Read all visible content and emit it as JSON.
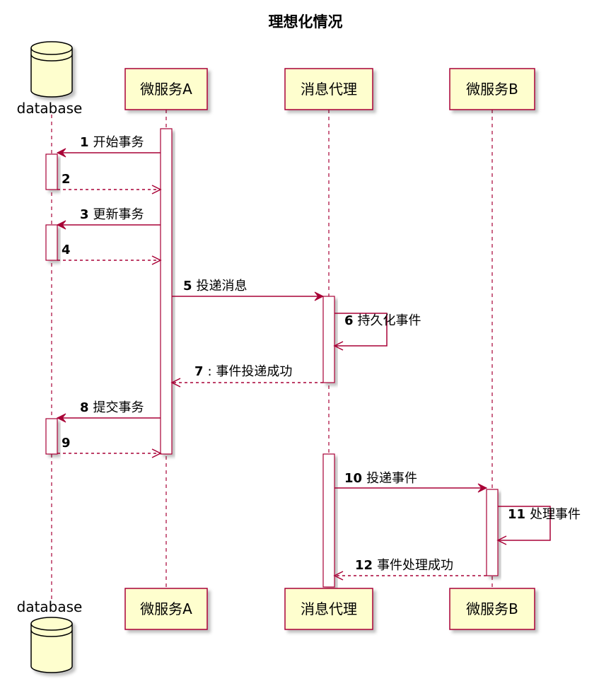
{
  "title": "理想化情况",
  "colors": {
    "participant_fill": "#FEFECE",
    "participant_border": "#A80036",
    "arrow": "#A80036",
    "lifeline": "#A80036",
    "shadow": "#C8C8C8",
    "database_fill": "#FEFECE"
  },
  "participants": [
    {
      "id": "db",
      "label": "database",
      "kind": "database",
      "icon": "database-cylinder-icon"
    },
    {
      "id": "msa",
      "label": "微服务A",
      "kind": "box"
    },
    {
      "id": "broker",
      "label": "消息代理",
      "kind": "box"
    },
    {
      "id": "msb",
      "label": "微服务B",
      "kind": "box"
    }
  ],
  "messages": [
    {
      "num": "1",
      "text": "开始事务",
      "from": "msa",
      "to": "db",
      "style": "solid"
    },
    {
      "num": "2",
      "text": "",
      "from": "db",
      "to": "msa",
      "style": "dashed"
    },
    {
      "num": "3",
      "text": "更新事务",
      "from": "msa",
      "to": "db",
      "style": "solid"
    },
    {
      "num": "4",
      "text": "",
      "from": "db",
      "to": "msa",
      "style": "dashed"
    },
    {
      "num": "5",
      "text": "投递消息",
      "from": "msa",
      "to": "broker",
      "style": "solid"
    },
    {
      "num": "6",
      "text": "持久化事件",
      "from": "broker",
      "to": "broker",
      "style": "self"
    },
    {
      "num": "7",
      "text": ": 事件投递成功",
      "from": "broker",
      "to": "msa",
      "style": "dashed"
    },
    {
      "num": "8",
      "text": "提交事务",
      "from": "msa",
      "to": "db",
      "style": "solid"
    },
    {
      "num": "9",
      "text": "",
      "from": "db",
      "to": "msa",
      "style": "dashed"
    },
    {
      "num": "10",
      "text": "投递事件",
      "from": "broker",
      "to": "msb",
      "style": "solid"
    },
    {
      "num": "11",
      "text": "处理事件",
      "from": "msb",
      "to": "msb",
      "style": "self"
    },
    {
      "num": "12",
      "text": "事件处理成功",
      "from": "msb",
      "to": "broker",
      "style": "dashed"
    }
  ]
}
